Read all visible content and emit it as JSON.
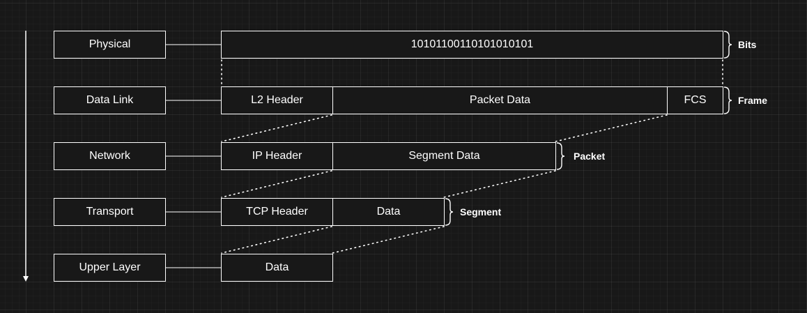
{
  "layers": [
    {
      "id": "physical",
      "label": "Physical"
    },
    {
      "id": "data-link",
      "label": "Data Link"
    },
    {
      "id": "network",
      "label": "Network"
    },
    {
      "id": "transport",
      "label": "Transport"
    },
    {
      "id": "upper-layer",
      "label": "Upper Layer"
    }
  ],
  "physical": {
    "bits": "10101100110101010101",
    "unit": "Bits"
  },
  "data_link": {
    "header": "L2 Header",
    "payload": "Packet Data",
    "trailer": "FCS",
    "unit": "Frame"
  },
  "network": {
    "header": "IP Header",
    "payload": "Segment Data",
    "unit": "Packet"
  },
  "transport": {
    "header": "TCP Header",
    "payload": "Data",
    "unit": "Segment"
  },
  "upper_layer": {
    "payload": "Data"
  },
  "colors": {
    "background": "#181818",
    "stroke": "#ffffff",
    "text": "#ffffff"
  }
}
